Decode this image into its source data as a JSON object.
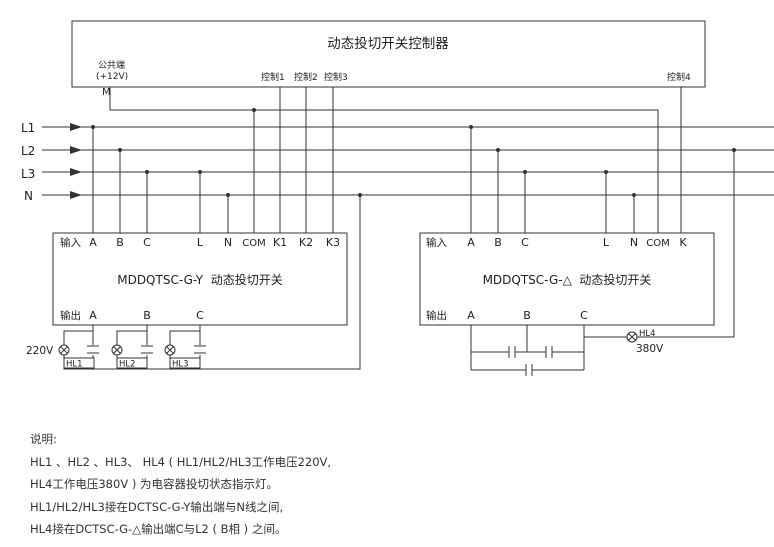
{
  "controller": {
    "title": "动态投切开关控制器",
    "common_label_1": "公共端",
    "common_label_2": "(+12V)",
    "terminal_m": "M",
    "ctrl1": "控制1",
    "ctrl2": "控制2",
    "ctrl3": "控制3",
    "ctrl4": "控制4"
  },
  "lines": {
    "l1": "L1",
    "l2": "L2",
    "l3": "L3",
    "n": "N"
  },
  "switch_y": {
    "input_label": "输入",
    "input_terms": [
      "A",
      "B",
      "C",
      "L",
      "N",
      "COM",
      "K1",
      "K2",
      "K3"
    ],
    "name": "MDDQTSC-G-Y  动态投切开关",
    "output_label": "输出",
    "output_terms": [
      "A",
      "B",
      "C"
    ]
  },
  "switch_d": {
    "input_label": "输入",
    "input_terms": [
      "A",
      "B",
      "C",
      "L",
      "N",
      "COM",
      "K"
    ],
    "name": "MDDQTSC-G-△  动态投切开关",
    "output_label": "输出",
    "output_terms": [
      "A",
      "B",
      "C"
    ]
  },
  "lamps": {
    "hl1": "HL1",
    "hl2": "HL2",
    "hl3": "HL3",
    "hl4": "HL4",
    "v220": "220V",
    "v380": "380V"
  },
  "notes": [
    "说明:",
    "HL1 、HL2 、HL3、 HL4 ( HL1/HL2/HL3工作电压220V,",
    "HL4工作电压380V ) 为电容器投切状态指示灯。",
    "HL1/HL2/HL3接在DCTSC-G-Y输出端与N线之间,",
    "HL4接在DCTSC-G-△输出端C与L2 ( B相 ) 之间。"
  ]
}
